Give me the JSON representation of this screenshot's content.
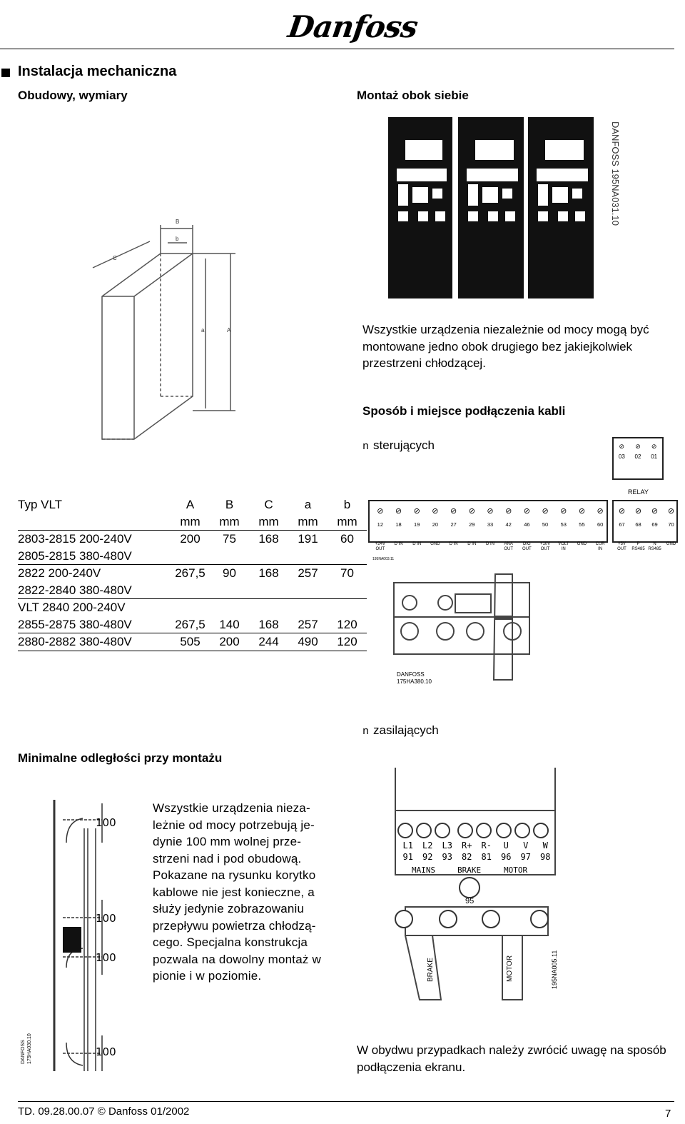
{
  "header": {
    "logo_text": "Danfoss"
  },
  "section_title": "Instalacja mechaniczna",
  "left": {
    "enclosure_heading": "Obudowy, wymiary",
    "drawing_labels": {
      "B": "B",
      "b": "b",
      "C": "C",
      "a": "a",
      "A": "A"
    },
    "table": {
      "header_row": [
        "Typ VLT",
        "A",
        "B",
        "C",
        "a",
        "b"
      ],
      "unit_row": [
        "",
        "mm",
        "mm",
        "mm",
        "mm",
        "mm"
      ],
      "rows": [
        [
          "2803-2815 200-240V",
          "200",
          "75",
          "168",
          "191",
          "60"
        ],
        [
          "2805-2815 380-480V",
          "",
          "",
          "",
          "",
          ""
        ],
        [
          "2822 200-240V",
          "267,5",
          "90",
          "168",
          "257",
          "70"
        ],
        [
          "2822-2840 380-480V",
          "",
          "",
          "",
          "",
          ""
        ],
        [
          "VLT 2840 200-240V",
          "",
          "",
          "",
          "",
          ""
        ],
        [
          "2855-2875 380-480V",
          "267,5",
          "140",
          "168",
          "257",
          "120"
        ],
        [
          "2880-2882 380-480V",
          "505",
          "200",
          "244",
          "490",
          "120"
        ]
      ]
    },
    "min_distance_heading": "Minimalne odległości przy montażu",
    "clearance_labels": [
      "100",
      "100",
      "100",
      "100"
    ],
    "clearance_drawing_code": "DANFOSS\n175HA030.10",
    "clearance_text": "Wszystkie urządzenia nieza-\nleżnie od mocy potrzebują je-\ndynie 100 mm wolnej prze-\nstrzeni nad i pod obudową.\nPokazane na rysunku korytko\nkablowe nie jest konieczne, a\nsłuży jedynie zobrazowaniu\nprzepływu powietrza chłodzą-\ncego. Specjalna konstrukcja\npozwala na dowolny montaż w\npionie i w poziomie."
  },
  "right": {
    "side_by_side_heading": "Montaż obok siebie",
    "side_by_side_code": "DANFOSS\n195NA031.10",
    "side_by_side_text": "Wszystkie urządzenia niezależnie od mocy mogą być montowane jedno obok drugiego bez jakiejkolwiek przestrzeni chłodzącej.",
    "cable_heading": "Sposób i miejsce podłączenia kabli",
    "bullet_char": "n",
    "control_label": "sterujących",
    "relay": {
      "terminals": [
        "03",
        "02",
        "01"
      ],
      "label": "RELAY"
    },
    "control_terminals": {
      "numbers": [
        "12",
        "18",
        "19",
        "20",
        "27",
        "29",
        "33",
        "42",
        "46",
        "50",
        "53",
        "55",
        "60"
      ],
      "functions": [
        "+24V\nOUT",
        "D IN",
        "D IN",
        "GND",
        "D IN",
        "D IN",
        "D IN",
        "ANA\nOUT",
        "DIG\nOUT",
        "+10V\nOUT",
        "VOLT\nIN",
        "GND",
        "CUR\nIN"
      ],
      "code": "195NA003.11"
    },
    "serial_terminals": {
      "numbers": [
        "67",
        "68",
        "69",
        "70"
      ],
      "functions": [
        "+5V\nOUT",
        "P\nRS485",
        "N\nRS485",
        "GND"
      ]
    },
    "control_drawing_code": "DANFOSS\n175HA380.10",
    "power_label": "zasilających",
    "power_terminals": {
      "top": [
        "L1",
        "L2",
        "L3",
        "R+",
        "R-",
        "U",
        "V",
        "W"
      ],
      "bottom": [
        "91",
        "92",
        "93",
        "82",
        "81",
        "96",
        "97",
        "98"
      ],
      "groups": [
        "MAINS",
        "BRAKE",
        "MOTOR"
      ],
      "earth": "95",
      "cables": [
        "BRAKE",
        "MOTOR"
      ],
      "code": "195NA005.11"
    },
    "screen_note": "W obydwu przypadkach należy zwrócić uwagę na sposób podłączenia ekranu."
  },
  "footer": {
    "doc_ref": "TD. 09.28.00.07 © Danfoss 01/2002",
    "page": "7"
  }
}
